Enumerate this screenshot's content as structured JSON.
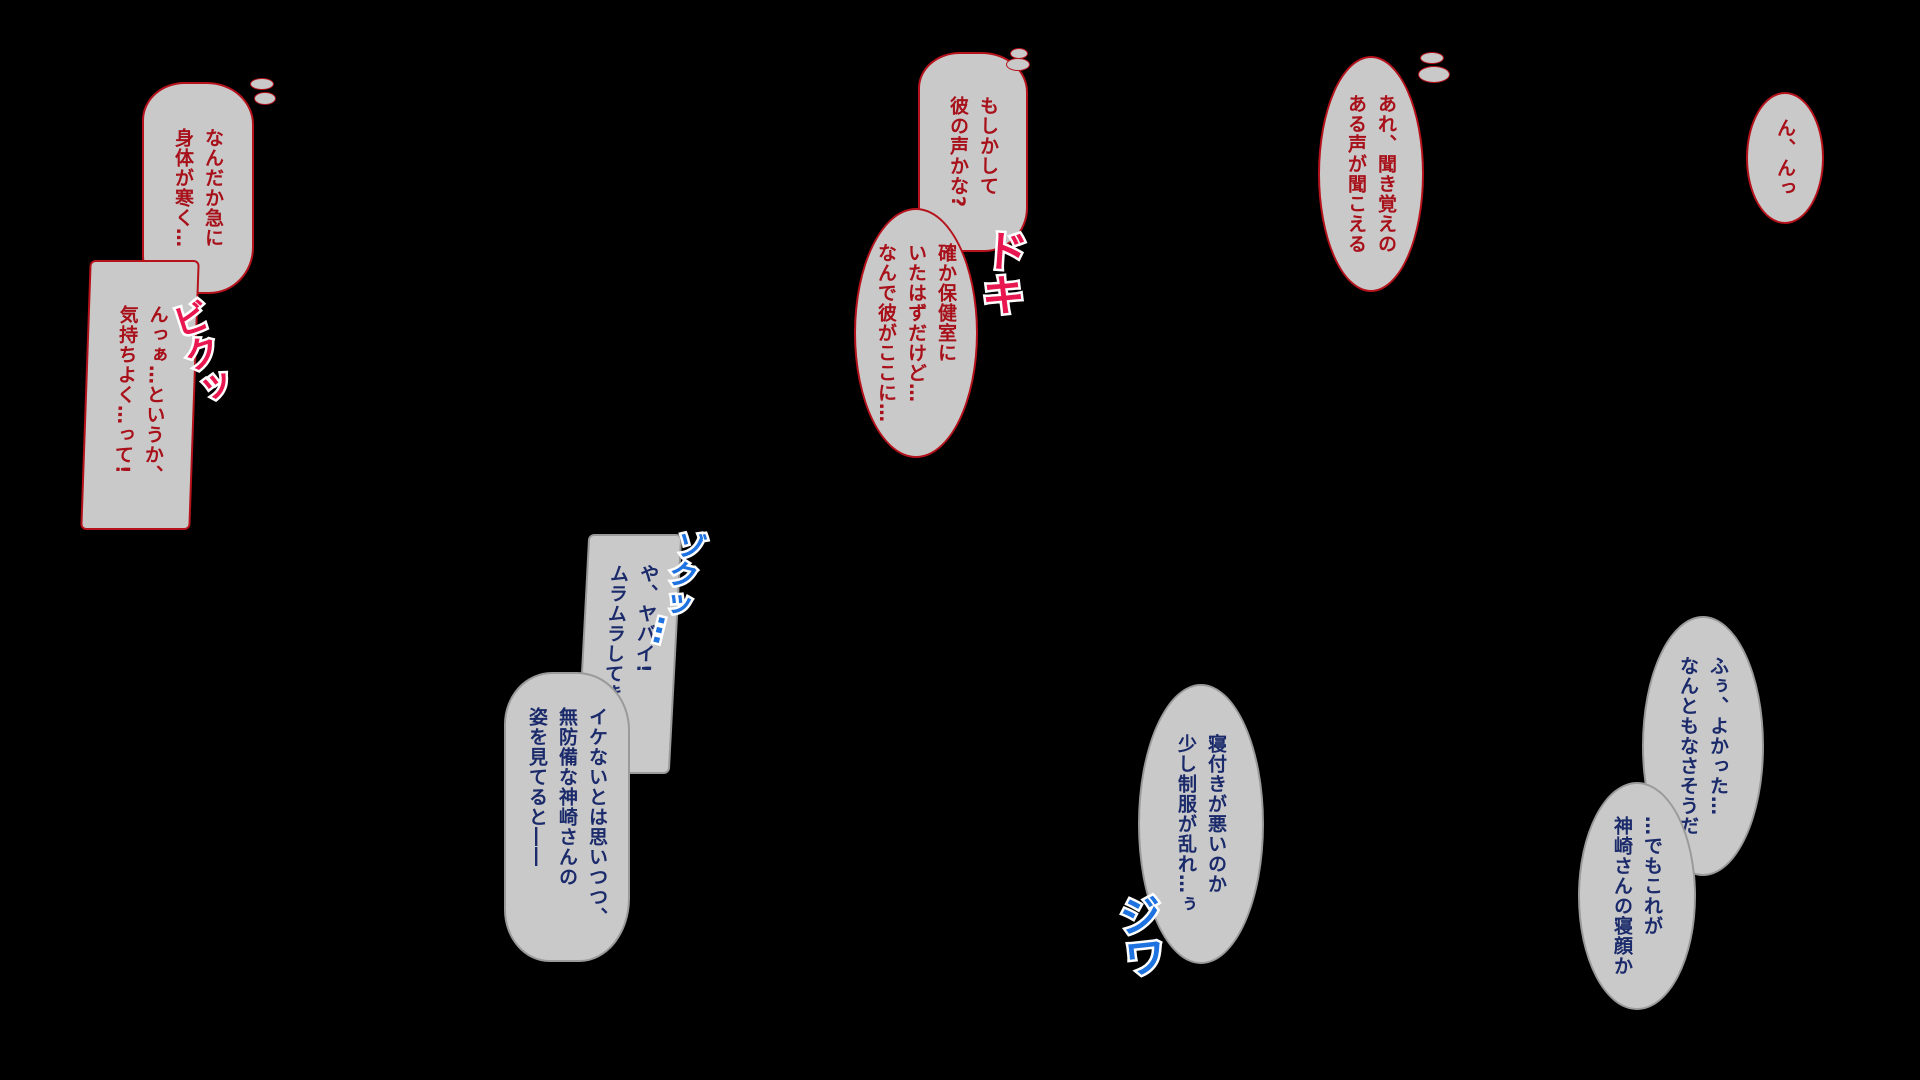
{
  "bubbles": {
    "b1": "なんだか急に\n身体が寒く…",
    "b2": "んっぁ…というか、\n気持ちよく…って!",
    "b3": "もしかして\n彼の声かな?",
    "b4": "確か保健室に\nいたはずだけど…\nなんで彼がここに…",
    "b5": "あれ、聞き覚えの\nある声が聞こえる",
    "b6": "ん、んっ",
    "b7": "や、ヤバイ!\nムラムラしてきた!!",
    "b8": "イケないとは思いつつ、\n無防備な神崎さんの\n姿を見てると――",
    "b9": "寝付きが悪いのか\n少し制服が乱れ…ぅ",
    "b10": "ふぅ、よかった…\nなんともなさそうだ",
    "b11": "…でもこれが\n神崎さんの寝顔か"
  },
  "sfx": {
    "s1": "ビクッ",
    "s2": "ドキ",
    "s3": "ゾクッ…",
    "s4": "ジワ"
  },
  "colors": {
    "background": "#000000",
    "bubble_fill": "#c9c9c9",
    "red_text": "#a8101a",
    "blue_text": "#1a2a6a",
    "pink_sfx": "#e8174f",
    "blue_sfx": "#1e73e0"
  }
}
